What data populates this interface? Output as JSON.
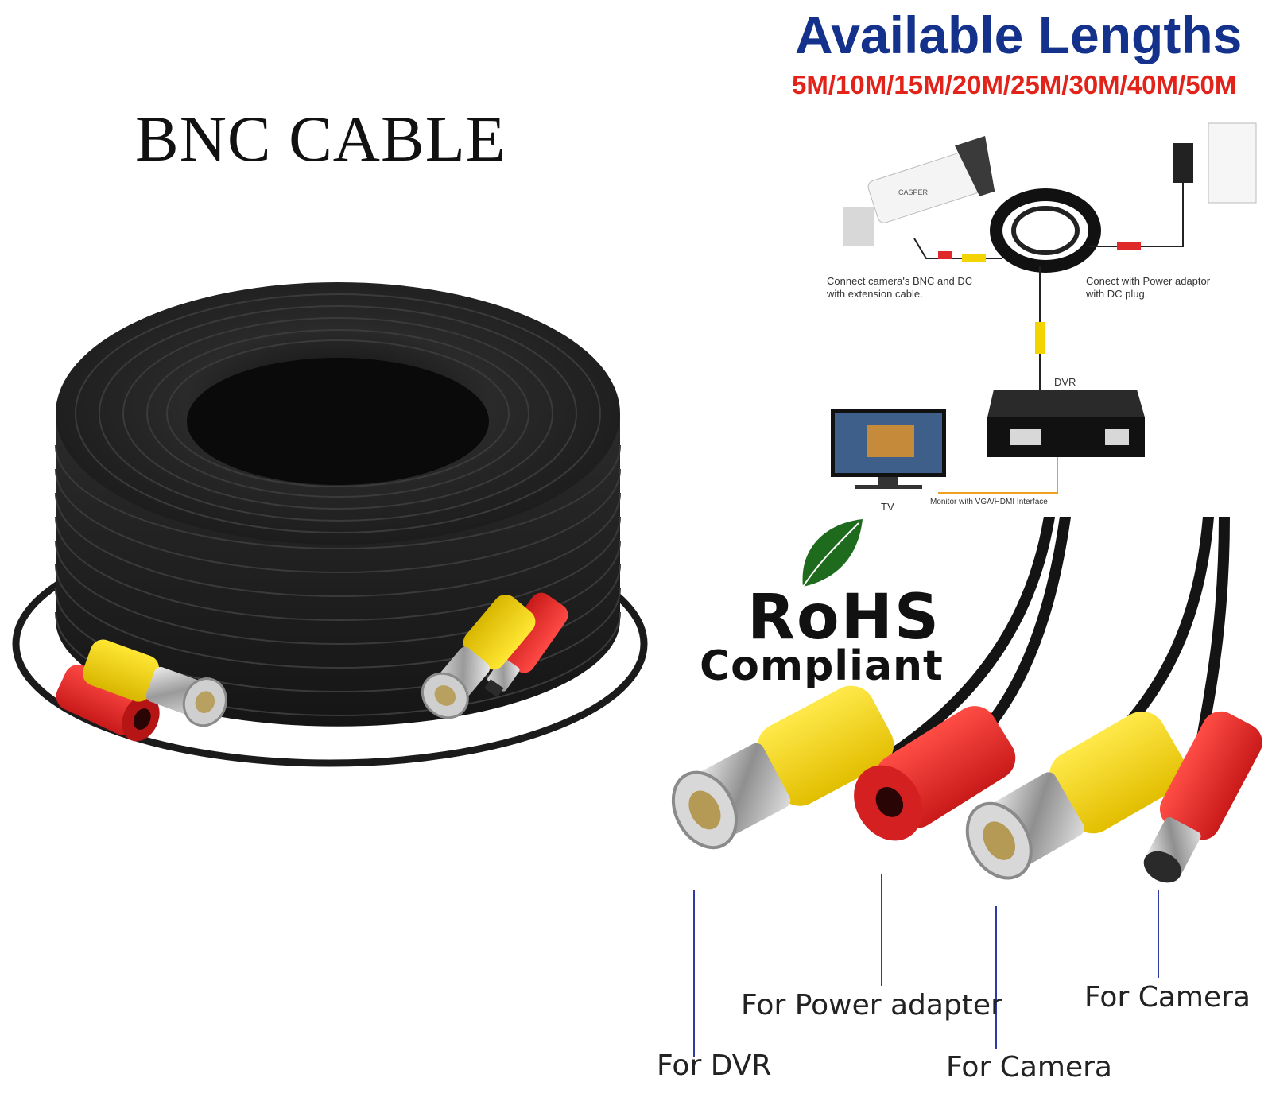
{
  "title": "BNC CABLE",
  "available": {
    "heading": "Available Lengths",
    "lengths": "5M/10M/15M/20M/25M/30M/40M/50M"
  },
  "diagram": {
    "camera_brand": "CASPER",
    "camera_note_line1": "Connect camera's BNC and DC",
    "camera_note_line2": "with extension cable.",
    "power_note_line1": "Conect with Power adaptor",
    "power_note_line2": "with DC plug.",
    "dvr_label": "DVR",
    "tv_label": "TV",
    "monitor_note": "Monitor with VGA/HDMI Interface"
  },
  "rohs": {
    "big": "RoHS",
    "sub": "Compliant"
  },
  "callouts": {
    "for_dvr": "For DVR",
    "for_power_adapter": "For Power adapter",
    "for_camera_center": "For Camera",
    "for_camera_right": "For Camera"
  },
  "colors": {
    "heading_blue": "#14328c",
    "lengths_red": "#e2231a",
    "connector_yellow": "#f4d400",
    "connector_red": "#e02a2a",
    "cable_black": "#1b1b1b"
  }
}
